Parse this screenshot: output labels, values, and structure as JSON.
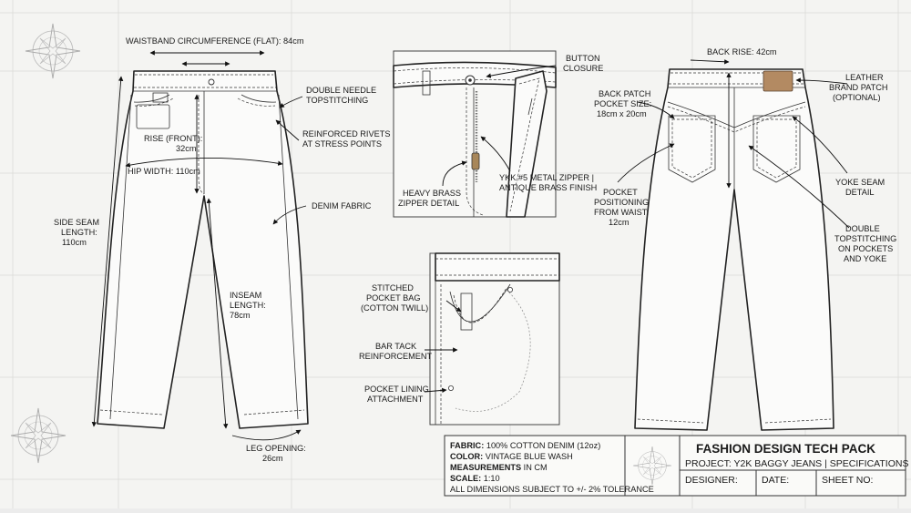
{
  "front_labels": {
    "waistband": "WAISTBAND CIRCUMFERENCE (FLAT): 84cm",
    "double_needle": [
      "DOUBLE NEEDLE",
      "TOPSTITCHING"
    ],
    "rivets": [
      "REINFORCED RIVETS",
      "AT STRESS POINTS"
    ],
    "rise": [
      "RISE (FRONT):",
      "32cm"
    ],
    "hip": "HIP WIDTH: 110cm",
    "denim": "DENIM FABRIC",
    "side_seam": [
      "SIDE SEAM",
      "LENGTH:",
      "110cm"
    ],
    "inseam": [
      "INSEAM",
      "LENGTH:",
      "78cm"
    ],
    "leg_opening": [
      "LEG OPENING:",
      "26cm"
    ]
  },
  "zipper_labels": {
    "button": [
      "BUTTON",
      "CLOSURE"
    ],
    "brass": [
      "HEAVY BRASS",
      "ZIPPER DETAIL"
    ],
    "ykk": [
      "YKK #5 METAL ZIPPER |",
      "ANTIQUE BRASS FINISH"
    ]
  },
  "pocket_labels": {
    "bag": [
      "STITCHED",
      "POCKET BAG",
      "(COTTON TWILL)"
    ],
    "bartack": [
      "BAR TACK",
      "REINFORCEMENT"
    ],
    "lining": [
      "POCKET LINING",
      "ATTACHMENT"
    ]
  },
  "back_labels": {
    "back_rise": "BACK RISE: 42cm",
    "patch_size": [
      "BACK PATCH",
      "POCKET SIZE:",
      "18cm x 20cm"
    ],
    "leather": [
      "LEATHER",
      "BRAND PATCH",
      "(OPTIONAL)"
    ],
    "positioning": [
      "POCKET",
      "POSITIONING",
      "FROM WAIST:",
      "12cm"
    ],
    "yoke": [
      "YOKE SEAM",
      "DETAIL"
    ],
    "double_top": [
      "DOUBLE",
      "TOPSTITCHING",
      "ON POCKETS",
      "AND YOKE"
    ]
  },
  "specs": {
    "fabric_key": "FABRIC:",
    "fabric_val": "100% COTTON DENIM (12oz)",
    "color_key": "COLOR:",
    "color_val": "VINTAGE BLUE WASH",
    "meas_key": "MEASUREMENTS",
    "meas_val": "IN CM",
    "scale_key": "SCALE:",
    "scale_val": "1:10",
    "tolerance": "ALL DIMENSIONS SUBJECT TO +/- 2% TOLERANCE"
  },
  "title_block": {
    "title": "FASHION DESIGN TECH PACK",
    "project": "PROJECT: Y2K BAGGY JEANS | SPECIFICATIONS",
    "designer": "DESIGNER:",
    "date": "DATE:",
    "sheet": "SHEET NO:"
  },
  "colors": {
    "leather_patch": "#b38a62",
    "brass": "#a8875a"
  },
  "icons": [
    "compass-rose-icon",
    "compass-rose-icon",
    "compass-rose-icon"
  ]
}
